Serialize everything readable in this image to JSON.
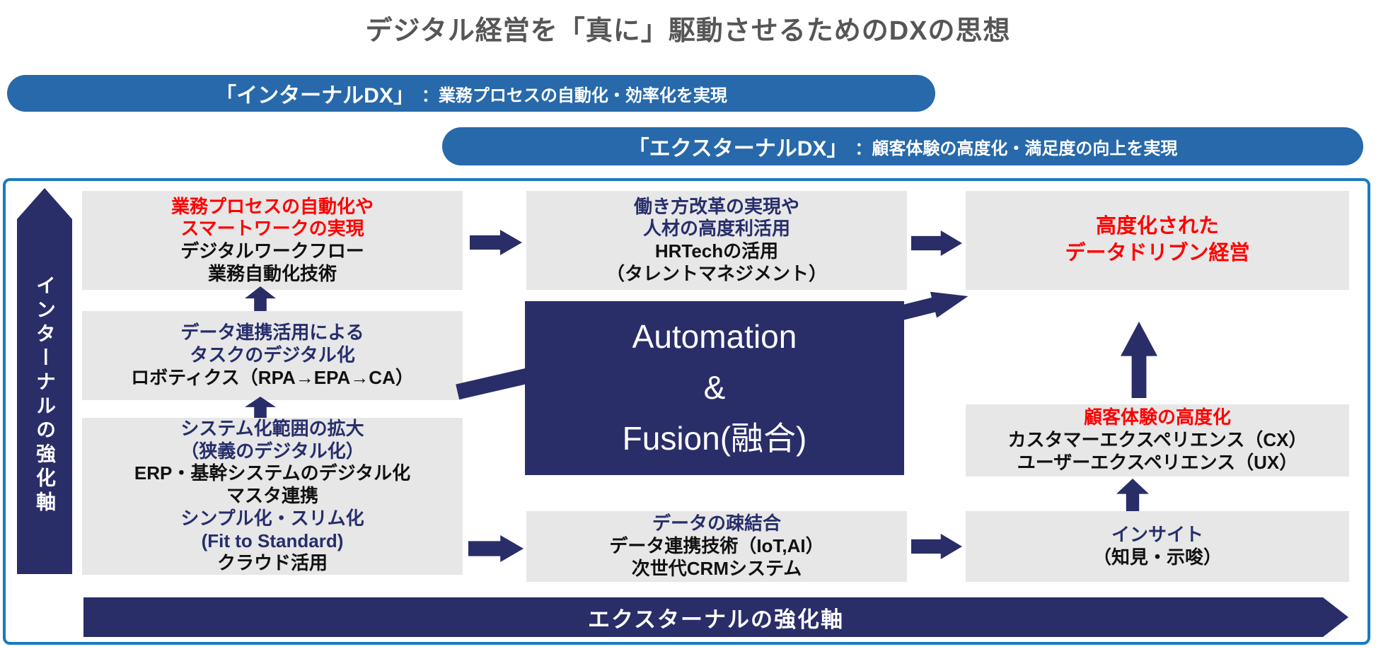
{
  "title": "デジタル経営を「真に」駆動させるためのDXの思想",
  "banners": {
    "internal": {
      "label": "「インターナルDX」",
      "desc": "：業務プロセスの自動化・効率化を実現"
    },
    "external": {
      "label": "「エクスターナルDX」",
      "desc": "：顧客体験の高度化・満足度の向上を実現"
    }
  },
  "axes": {
    "vertical": "インターナルの強化軸",
    "horizontal": "エクスターナルの強化軸"
  },
  "boxes": {
    "auto_smart": {
      "l1": "業務プロセスの自動化や",
      "l2": "スマートワークの実現",
      "l3": "デジタルワークフロー",
      "l4": "業務自動化技術"
    },
    "data_task": {
      "l1": "データ連携活用による",
      "l2": "タスクのデジタル化",
      "l3": "ロボティクス（RPA→EPA→CA）"
    },
    "system_expand": {
      "l1": "システム化範囲の拡大",
      "l2": "（狭義のデジタル化）",
      "l3": "ERP・基幹システムのデジタル化",
      "l4": "マスタ連携",
      "l5": "シンプル化・スリム化",
      "l6": "(Fit to Standard)",
      "l7": "クラウド活用"
    },
    "workstyle": {
      "l1": "働き方改革の実現や",
      "l2": "人材の高度利活用",
      "l3": "HRTechの活用",
      "l4": "（タレントマネジメント）"
    },
    "automation": {
      "l1": "Automation",
      "l2": "&",
      "l3": "Fusion(融合)"
    },
    "data_driven": {
      "l1": "高度化された",
      "l2": "データドリブン経営"
    },
    "cx": {
      "l1": "顧客体験の高度化",
      "l2": "カスタマーエクスペリエンス（CX）",
      "l3": "ユーザーエクスペリエンス（UX）"
    },
    "loose_coupling": {
      "l1": "データの疎結合",
      "l2": "データ連携技術（IoT,AI）",
      "l3": "次世代CRMシステム"
    },
    "insight": {
      "l1": "インサイト",
      "l2": "（知見・示唆）"
    }
  },
  "colors": {
    "navy": "#292d68",
    "pill_blue": "#2769aa",
    "frame_border_blue": "#187bc0",
    "box_gray": "#e7e7e7",
    "accent_red": "#ff0000",
    "navy_text": "#272e6b",
    "title_gray": "#565656"
  }
}
